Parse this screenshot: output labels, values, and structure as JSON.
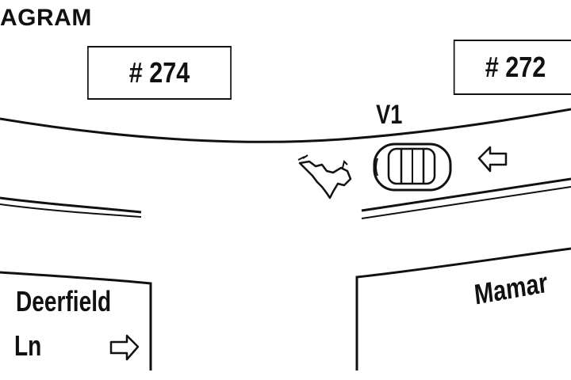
{
  "diagram": {
    "title": "AGRAM",
    "lot_left": "# 274",
    "lot_right": "# 272",
    "vehicle_label": "V1",
    "street_left_line1": "Deerfield",
    "street_left_line2": "Ln",
    "street_right": "Mamar"
  },
  "icons": {
    "direction_arrow_vehicle": "left-arrow-icon",
    "direction_arrow_street": "right-arrow-icon",
    "animal": "deer-icon",
    "vehicle": "car-icon"
  }
}
